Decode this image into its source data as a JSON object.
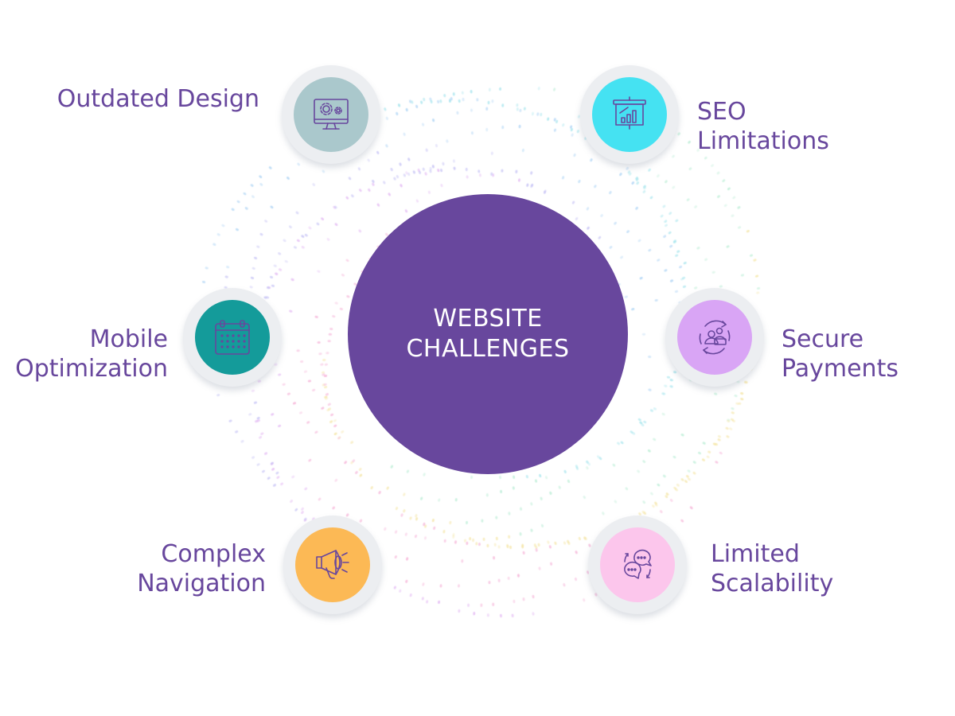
{
  "center": {
    "line1": "WEBSITE",
    "line2": "CHALLENGES",
    "color": "#68479d"
  },
  "items": [
    {
      "id": "outdated-design",
      "line1": "Outdated Design",
      "line2": "",
      "icon": "monitor-gear-icon",
      "color": "#aac8cc"
    },
    {
      "id": "seo-limitations",
      "line1": "SEO",
      "line2": "Limitations",
      "icon": "presentation-chart-icon",
      "color": "#45e2f2"
    },
    {
      "id": "mobile-optimization",
      "line1": "Mobile",
      "line2": "Optimization",
      "icon": "calendar-icon",
      "color": "#149b9a"
    },
    {
      "id": "secure-payments",
      "line1": "Secure",
      "line2": "Payments",
      "icon": "user-sync-icon",
      "color": "#d9a5f5"
    },
    {
      "id": "complex-navigation",
      "line1": "Complex",
      "line2": "Navigation",
      "icon": "megaphone-icon",
      "color": "#fcb955"
    },
    {
      "id": "limited-scalability",
      "line1": "Limited",
      "line2": "Scalability",
      "icon": "chat-bubbles-icon",
      "color": "#fcc6ec"
    }
  ]
}
